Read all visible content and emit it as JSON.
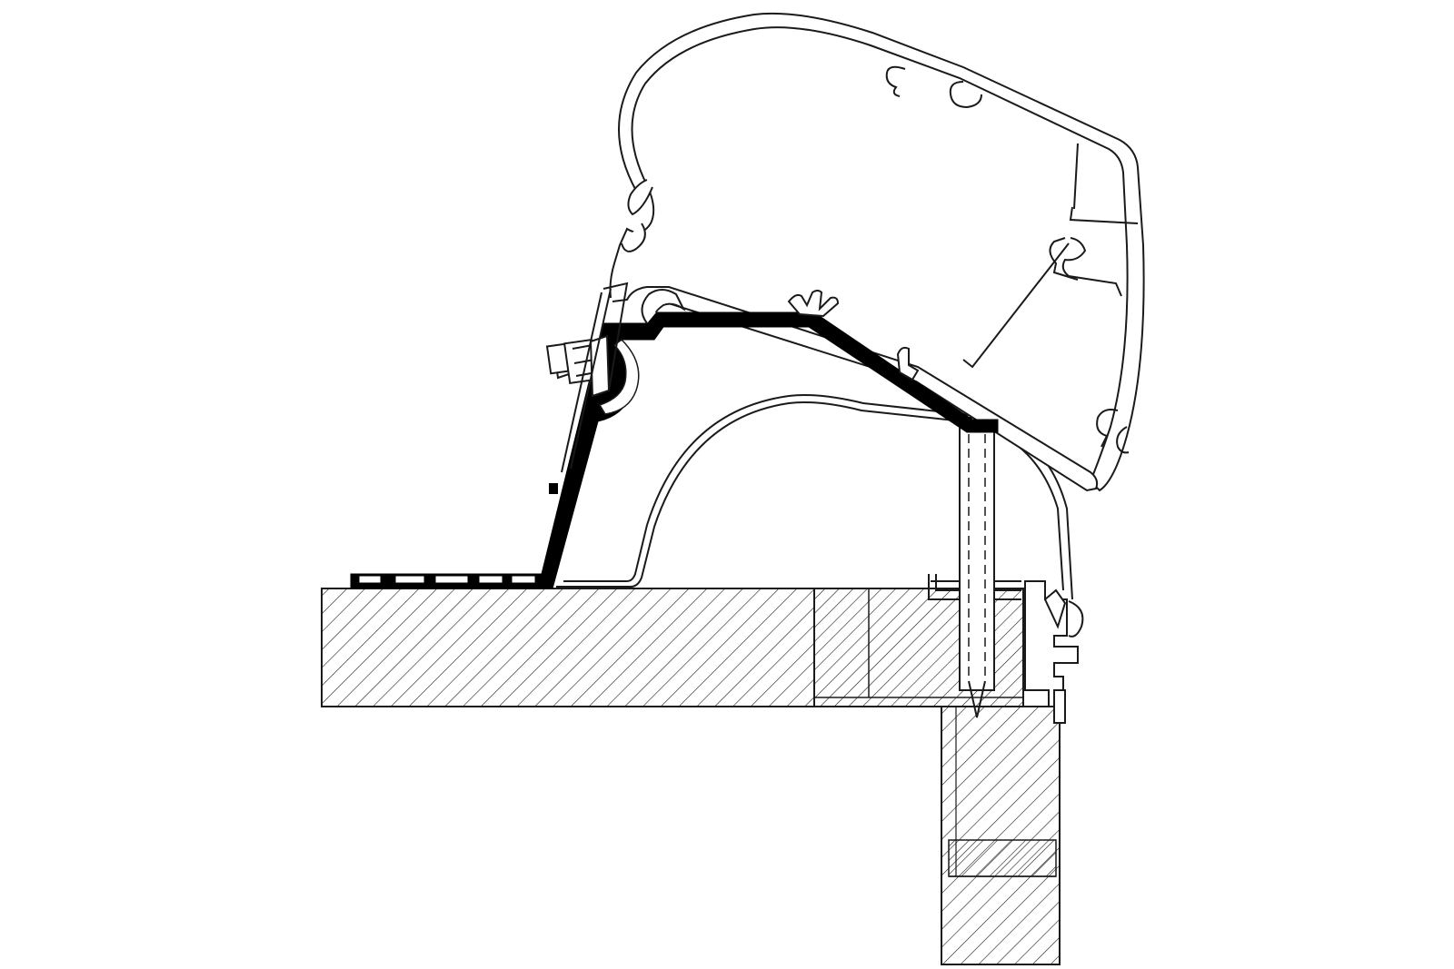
{
  "diagram": {
    "subject": "awning-roof-adapter-cross-section",
    "colors": {
      "background": "#ffffff",
      "line": "#1a1a1a",
      "adapter_fill": "#000000",
      "hatch": "#1a1a1a"
    },
    "parts": [
      "awning-housing",
      "roof-adapter-bracket",
      "mounting-bolt",
      "rail-profile",
      "screw",
      "roof-panel",
      "wall-panel",
      "end-cap"
    ]
  }
}
